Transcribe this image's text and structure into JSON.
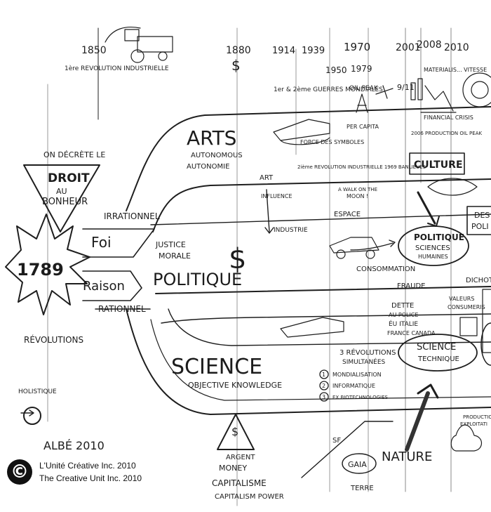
{
  "timeline": [
    "1850",
    "1880",
    "1914",
    "1939",
    "1950",
    "1970",
    "1979",
    "2001",
    "2008",
    "2010"
  ],
  "revolution_industrielle": "1ère REVOLUTION INDUSTRIELLE",
  "guerres": "1er & 2ème GUERRES MONDIALES",
  "oil_peak": "OIL PEAK",
  "nine_eleven": "9/11",
  "materialisme": "MATERIALIS... VITESSE",
  "financial_crisis": "FINANCIAL CRISIS",
  "production_oil_peak": "2006 PRODUCTION OIL PEAK",
  "per_capita": "PER CAPITA",
  "force_symboles": "FORCE DES SYMBOLES",
  "deuxieme_revolution": "2ième REVOLUTION INDUSTRIELLE 1969 BANLIEUES",
  "culture": "CULTURE",
  "arts": "ARTS",
  "arts_sub": [
    "AUTONOMOUS",
    "AUTONOMIE"
  ],
  "on_decrete": "ON DÉCRÈTE LE",
  "droit": "DROIT",
  "au_bonheur": [
    "AU",
    "BONHEUR"
  ],
  "irrationnel": "IRRATIONNEL",
  "foi": "Foi",
  "raison": "Raison",
  "rationnel": "RATIONNEL",
  "year_1789": "1789",
  "revolutions": "RÉVOLUTIONS",
  "holistique": "HOLISTIQUE",
  "justice": [
    "JUSTICE",
    "MORALE"
  ],
  "politique": "POLITIQUE",
  "dollar": "$",
  "art": "ART",
  "influence": "INFLUENCE",
  "industrie": "INDUSTRIE",
  "walk_moon": [
    "A WALK ON THE",
    "MOON !"
  ],
  "espace": "ESPACE",
  "consommation": "CONSOMMATION",
  "fraude": "FRAUDE",
  "politique_sciences": [
    "POLITIQUE",
    "SCIENCES",
    "HUMAINES"
  ],
  "des_poli": [
    "DES",
    "POLI"
  ],
  "valeurs": [
    "VALEURS",
    "CONSUMERIS"
  ],
  "dichot": "DICHOT",
  "dette": [
    "DETTE",
    "AU POLICE",
    "ÉU ITALIE",
    "FRANCE CANADA"
  ],
  "science": "SCIENCE",
  "objective": "OBJECTIVE KNOWLEDGE",
  "trois_revolutions": [
    "3 RÉVOLUTIONS",
    "SIMULTANÉES"
  ],
  "revolutions_list": [
    "MONDIALISATION",
    "INFORMATIQUE",
    "EX BIOTECHNOLOGIES"
  ],
  "science_technique": [
    "SCIENCE",
    "TECHNIQUE"
  ],
  "nature": "NATURE",
  "gaia": "GAIA",
  "terre": "TERRE",
  "sf": "SF",
  "production": [
    "PRODUCTION",
    "EXPLOITATI"
  ],
  "argent": [
    "ARGENT",
    "MONEY",
    "CAPITALISME",
    "CAPITALISM POWER"
  ],
  "signature": "ALBÉ 2010",
  "copyright": {
    "symbol": "©",
    "line1": "L'Unité Créative Inc. 2010",
    "line2": "The Creative Unit Inc. 2010"
  }
}
